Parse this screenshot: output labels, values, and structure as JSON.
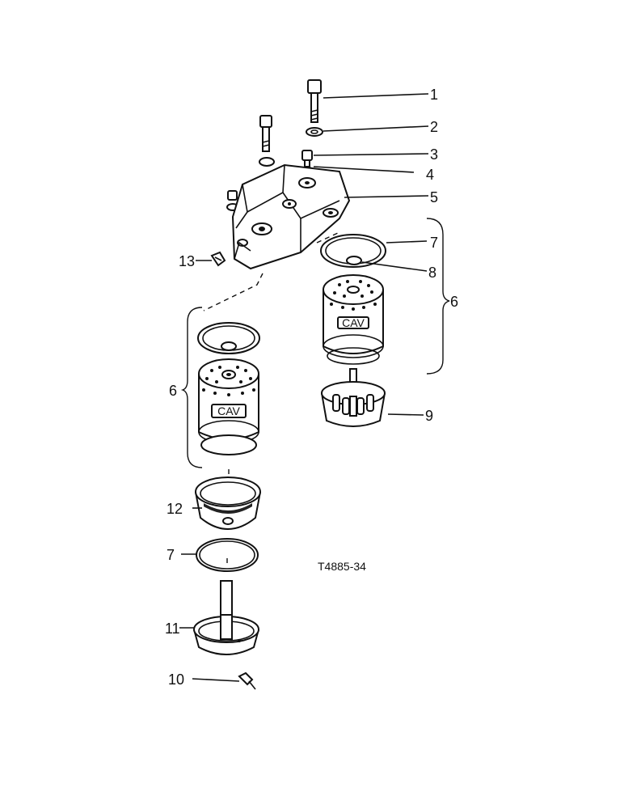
{
  "figure_id": "T4885-34",
  "callouts": {
    "c1": "1",
    "c2": "2",
    "c3": "3",
    "c4": "4",
    "c5": "5",
    "c6_right": "6",
    "c6_left": "6",
    "c7_top": "7",
    "c7_bottom": "7",
    "c8": "8",
    "c9": "9",
    "c10": "10",
    "c11": "11",
    "c12": "12",
    "c13": "13"
  },
  "element_brand_top": "CAV",
  "element_brand_bottom": "CAV"
}
